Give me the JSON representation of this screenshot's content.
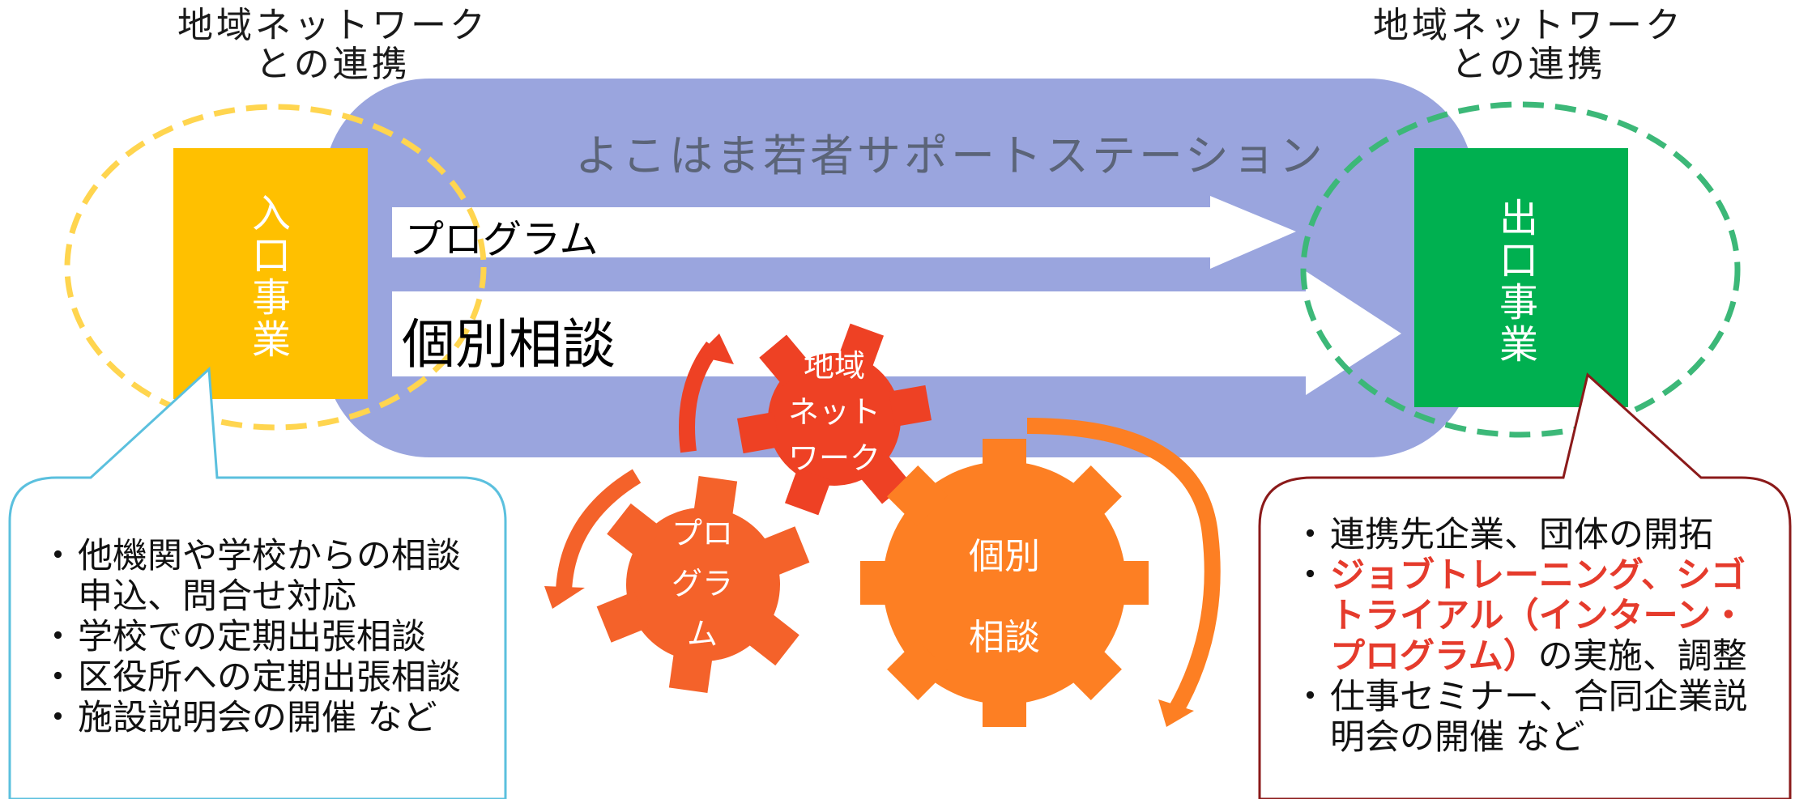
{
  "left_network_label": [
    "地域ネットワーク",
    "との連携"
  ],
  "right_network_label": [
    "地域ネットワーク",
    "との連携"
  ],
  "station_title": "よこはま若者サポートステーション",
  "arrows": {
    "program": "プログラム",
    "counseling": "個別相談"
  },
  "entry_box": {
    "label": "入口事業",
    "color": "#FFC000"
  },
  "exit_box": {
    "label": "出口事業",
    "color": "#00B050"
  },
  "gears": {
    "network": [
      "地域",
      "ネット",
      "ワーク"
    ],
    "program": [
      "プロ",
      "グラ",
      "ム"
    ],
    "counseling": [
      "個別",
      "相談"
    ]
  },
  "left_callout": {
    "items": [
      [
        "他機関や学校からの相談",
        "申込、問合せ対応"
      ],
      [
        "学校での定期出張相談"
      ],
      [
        "区役所への定期出張相談"
      ],
      [
        "施設説明会の開催 など"
      ]
    ],
    "border_color": "#5BC0DE"
  },
  "right_callout": {
    "item1": "連携先企業、団体の開拓",
    "item2": {
      "highlight": [
        "ジョブトレーニング、シゴ",
        "トライアル（インターン・",
        "プログラム）"
      ],
      "suffix": "の実施、調整"
    },
    "item3": [
      "仕事セミナー、合同企業説",
      "明会の開催 など"
    ],
    "border_color": "#8B1A1A"
  },
  "colors": {
    "station_bg": "#9AA5DE",
    "left_dash": "#FFD54F",
    "right_dash": "#3CB878",
    "gear_red": "#EE4124",
    "gear_orange_red": "#F4622A",
    "gear_orange": "#FD7F23"
  }
}
